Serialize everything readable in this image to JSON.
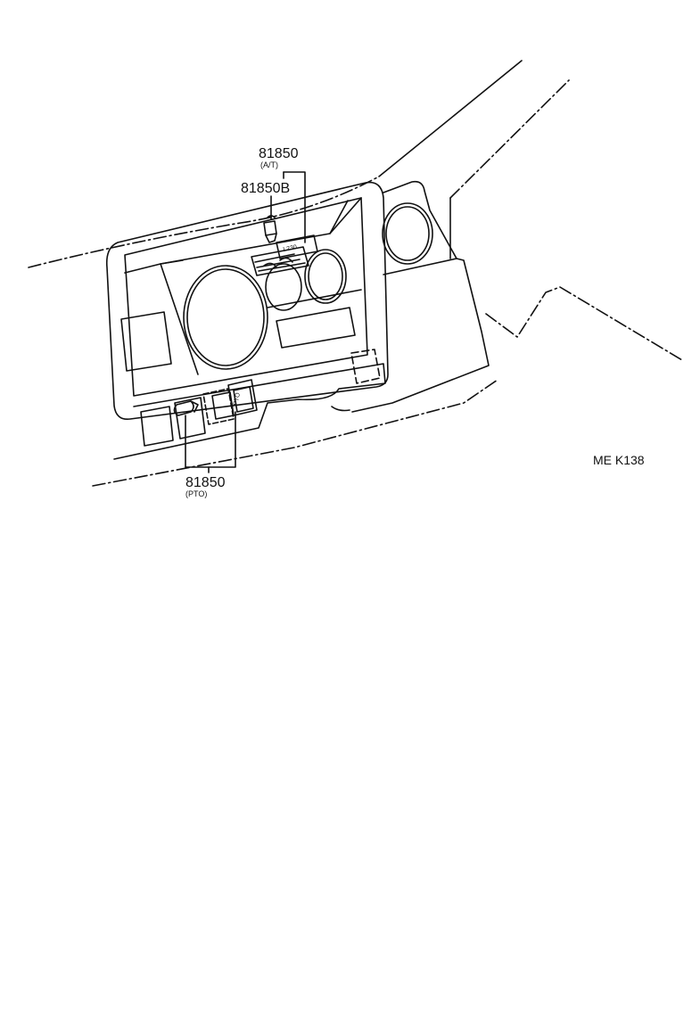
{
  "callouts": {
    "at_part": "81850",
    "at_note": "(A/T)",
    "bulb_part": "81850B",
    "pto_part": "81850",
    "pto_note": "(PTO)"
  },
  "switch_labels": {
    "pto_switch": "PTO",
    "indicator": "L230"
  },
  "diagram_code": "ME K138"
}
